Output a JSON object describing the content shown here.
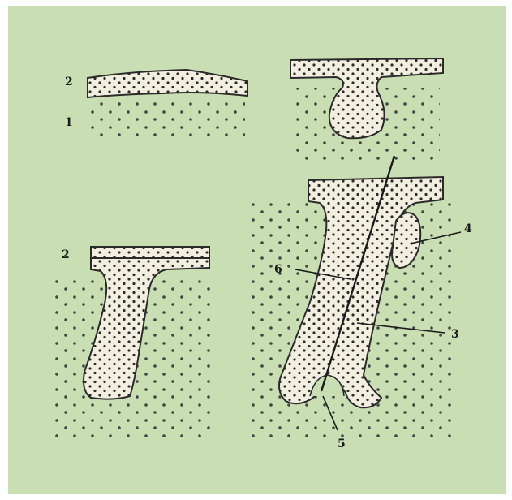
{
  "colors": {
    "frame": "#ffffff",
    "background": "#c9dfb3",
    "tissue_fill": "#f3efe0",
    "dots": "#2a2a2a",
    "ink": "#1a1a1a"
  },
  "labels": {
    "one": "1",
    "two_top": "2",
    "two_bottom": "2",
    "three": "3",
    "four": "4",
    "five": "5",
    "six": "6"
  }
}
